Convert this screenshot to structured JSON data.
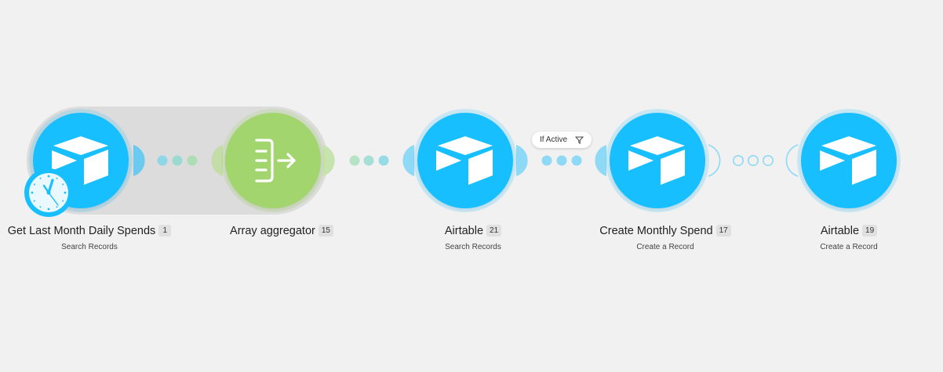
{
  "modules": [
    {
      "name": "Get Last Month Daily Spends",
      "id": "1",
      "action": "Search Records",
      "app_icon": "airtable-icon"
    },
    {
      "name": "Array aggregator",
      "id": "15",
      "action": "",
      "app_icon": "array-aggregator-icon"
    },
    {
      "name": "Airtable",
      "id": "21",
      "action": "Search Records",
      "app_icon": "airtable-icon"
    },
    {
      "name": "Create Monthly Spend",
      "id": "17",
      "action": "Create a Record",
      "app_icon": "airtable-icon"
    },
    {
      "name": "Airtable",
      "id": "19",
      "action": "Create a Record",
      "app_icon": "airtable-icon"
    }
  ],
  "trigger_icon": "clock-icon",
  "filter": {
    "label": "If Active",
    "icon": "filter-funnel-icon"
  },
  "colors": {
    "airtable": "#18bfff",
    "aggregator": "#a3d56e",
    "background": "#f1f1f1"
  }
}
